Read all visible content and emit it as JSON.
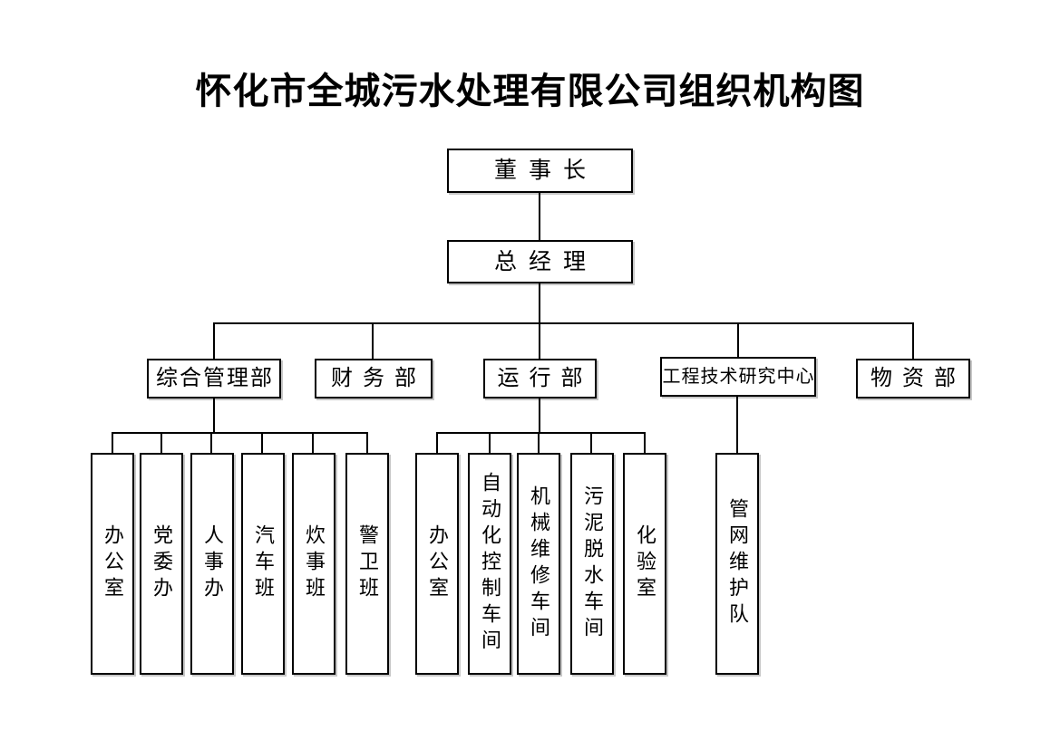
{
  "title": "怀化市全城污水处理有限公司组织机构图",
  "org": {
    "chairman": "董事长",
    "general_manager": "总经理",
    "departments": [
      {
        "label": "综合管理部",
        "children": [
          "办公室",
          "党委办",
          "人事办",
          "汽车班",
          "炊事班",
          "警卫班"
        ]
      },
      {
        "label": "财务部",
        "children": []
      },
      {
        "label": "运行部",
        "children": [
          "办公室",
          "自动化控制车间",
          "机械维修车间",
          "污泥脱水车间",
          "化验室"
        ]
      },
      {
        "label": "工程技术研究中心",
        "children": [
          "管网维护队"
        ]
      },
      {
        "label": "物资部",
        "children": []
      }
    ]
  },
  "colors": {
    "line": "#000000",
    "background": "#ffffff",
    "text": "#000000"
  }
}
